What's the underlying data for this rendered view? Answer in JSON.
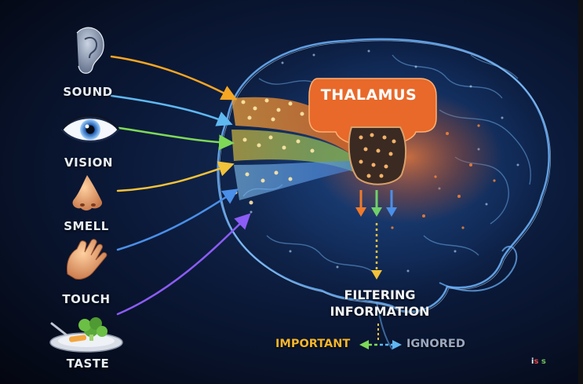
{
  "diagram": {
    "center_label": "THALAMUS",
    "senses": [
      {
        "label": "SOUND",
        "icon": "ear-icon",
        "arrow_color": "#f5a623"
      },
      {
        "label": "VISION",
        "icon": "eye-icon",
        "arrow_color": "#5fb8f0"
      },
      {
        "label": "SMELL",
        "icon": "nose-icon",
        "arrow_color": "#f2c23a"
      },
      {
        "label": "TOUCH",
        "icon": "hand-icon",
        "arrow_color": "#4a8fe8"
      },
      {
        "label": "TASTE",
        "icon": "food-plate-icon",
        "arrow_color": "#8b5cf6"
      }
    ],
    "output_arrow_colors": [
      "#f07a2a",
      "#6fd06a",
      "#4a8fe8"
    ],
    "filter_label_line1": "FILTERING",
    "filter_label_line2": "INFORMATION",
    "important_label": "IMPORTANT",
    "ignored_label": "IGNORED",
    "colors": {
      "background": "#0b1a3a",
      "brain_glow": "#3f8fe0",
      "thalamus": "#e8692a",
      "important": "#f2b52d",
      "ignored": "#9aa8bf"
    }
  }
}
